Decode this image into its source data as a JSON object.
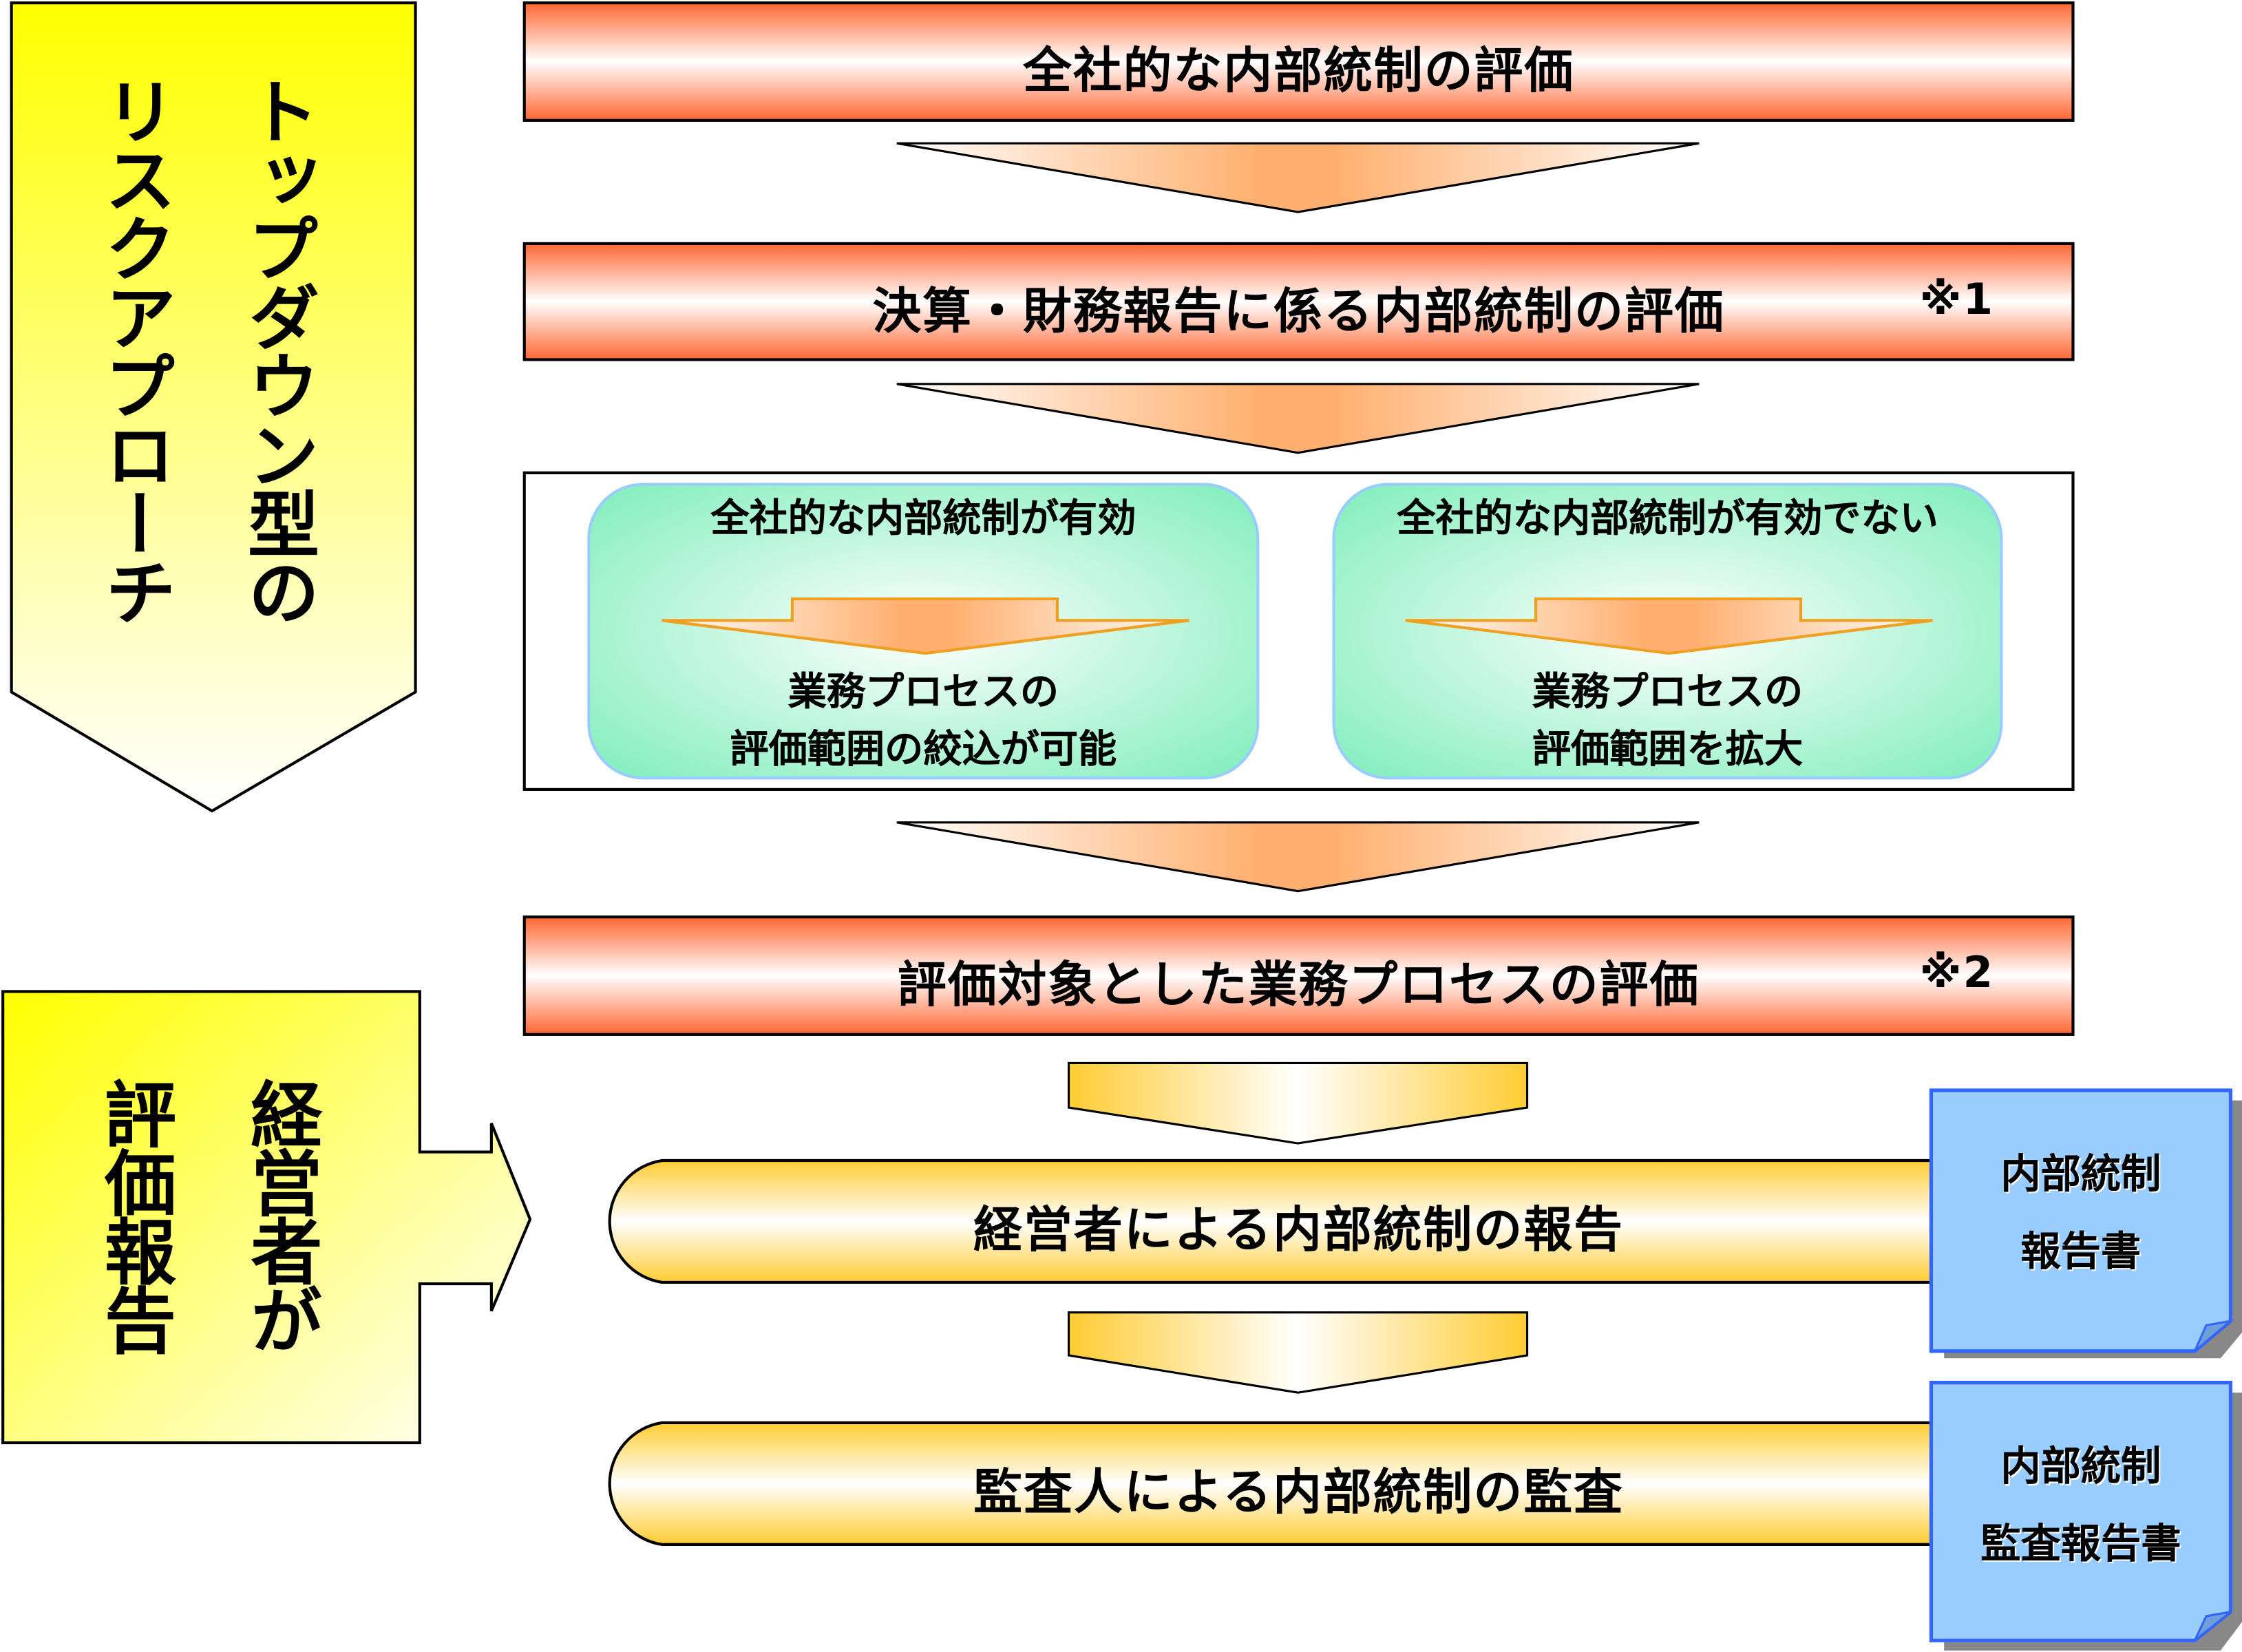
{
  "left_panels": {
    "top": {
      "line1": "トップダウン型の",
      "line2": "リスクアプローチ"
    },
    "bottom": {
      "line1": "経営者が",
      "line2": "評価報告"
    }
  },
  "steps": {
    "step1": "全社的な内部統制の評価",
    "step2": "決算・財務報告に係る内部統制の評価",
    "step2_note": "※1",
    "branch_effective": {
      "title": "全社的な内部統制が有効",
      "result_line1": "業務プロセスの",
      "result_line2": "評価範囲の絞込が可能"
    },
    "branch_not_effective": {
      "title": "全社的な内部統制が有効でない",
      "result_line1": "業務プロセスの",
      "result_line2": "評価範囲を拡大"
    },
    "step3": "評価対象とした業務プロセスの評価",
    "step3_note": "※2",
    "step4": "経営者による内部統制の報告",
    "step5": "監査人による内部統制の監査"
  },
  "documents": {
    "report": {
      "line1": "内部統制",
      "line2": "報告書"
    },
    "audit_report": {
      "line1": "内部統制",
      "line2": "監査報告書"
    }
  },
  "colors": {
    "red_bar": "#ff6633",
    "yellow": "#ffff00",
    "green": "#99f0c0",
    "gold": "#ffcc33",
    "doc_blue": "#99ccff",
    "doc_border": "#3366ff"
  }
}
